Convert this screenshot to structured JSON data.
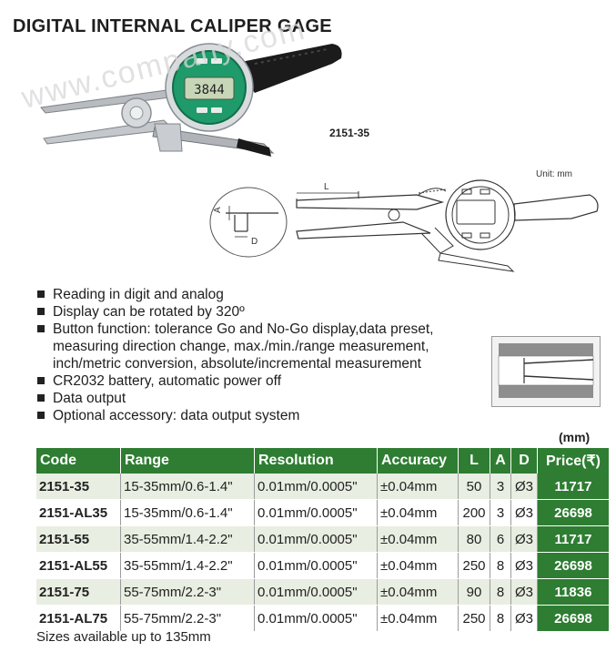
{
  "title": "DIGITAL INTERNAL CALIPER GAGE",
  "watermark": "www.company.com",
  "product": {
    "model_label": "2151-35",
    "display_reading": "3844",
    "unit_label": "Unit: mm"
  },
  "drawing": {
    "dim_L": "L",
    "dim_A": "A",
    "dim_D": "D"
  },
  "features": [
    "Reading in digit and analog",
    "Display can be rotated by 320º",
    "Button function: tolerance Go and No-Go display,data preset,",
    "measuring direction change, max./min./range measurement,",
    "inch/metric conversion, absolute/incremental measurement",
    "CR2032 battery, automatic power off",
    "Data output",
    "Optional accessory: data output system"
  ],
  "feature_bullets": [
    true,
    true,
    true,
    false,
    false,
    true,
    true,
    true
  ],
  "table": {
    "unit": "(mm)",
    "headers": [
      "Code",
      "Range",
      "Resolution",
      "Accuracy",
      "L",
      "A",
      "D",
      "Price(₹)"
    ],
    "rows": [
      [
        "2151-35",
        "15-35mm/0.6-1.4\"",
        "0.01mm/0.0005\"",
        "±0.04mm",
        "50",
        "3",
        "Ø3",
        "11717"
      ],
      [
        "2151-AL35",
        "15-35mm/0.6-1.4\"",
        "0.01mm/0.0005\"",
        "±0.04mm",
        "200",
        "3",
        "Ø3",
        "26698"
      ],
      [
        "2151-55",
        "35-55mm/1.4-2.2\"",
        "0.01mm/0.0005\"",
        "±0.04mm",
        "80",
        "6",
        "Ø3",
        "11717"
      ],
      [
        "2151-AL55",
        "35-55mm/1.4-2.2\"",
        "0.01mm/0.0005\"",
        "±0.04mm",
        "250",
        "8",
        "Ø3",
        "26698"
      ],
      [
        "2151-75",
        "55-75mm/2.2-3\"",
        "0.01mm/0.0005\"",
        "±0.04mm",
        "90",
        "8",
        "Ø3",
        "11836"
      ],
      [
        "2151-AL75",
        "55-75mm/2.2-3\"",
        "0.01mm/0.0005\"",
        "±0.04mm",
        "250",
        "8",
        "Ø3",
        "26698"
      ]
    ]
  },
  "footnote": "Sizes available up to 135mm",
  "colors": {
    "header_green": "#2e7d32",
    "row_tint": "#e8eee1",
    "gauge_green": "#1f9a6a"
  }
}
